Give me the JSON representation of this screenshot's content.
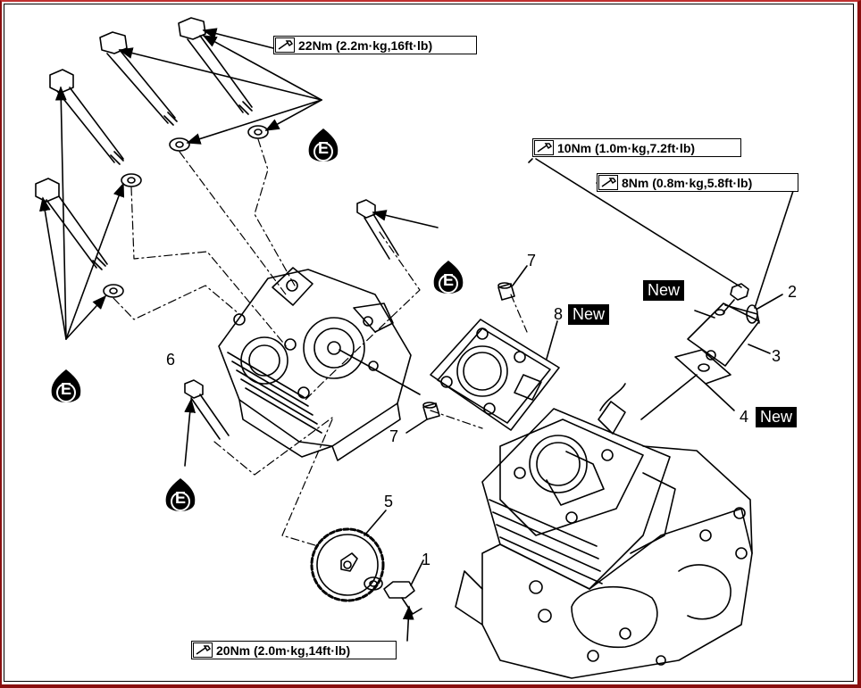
{
  "torque_specs": [
    {
      "id": "head-bolts",
      "text": "22Nm (2.2m·kg,16ft·lb)"
    },
    {
      "id": "tensioner-bolt",
      "text": "10Nm (1.0m·kg,7.2ft·lb)"
    },
    {
      "id": "tensioner-cap",
      "text": "8Nm (0.8m·kg,5.8ft·lb)"
    },
    {
      "id": "sprocket-bolt",
      "text": "20Nm (2.0m·kg,14ft·lb)"
    }
  ],
  "new_labels": [
    "New",
    "New",
    "New"
  ],
  "callouts": [
    "1",
    "2",
    "3",
    "4",
    "5",
    "6",
    "7",
    "7",
    "8"
  ],
  "oil_marks": [
    "E",
    "E",
    "E",
    "E"
  ]
}
